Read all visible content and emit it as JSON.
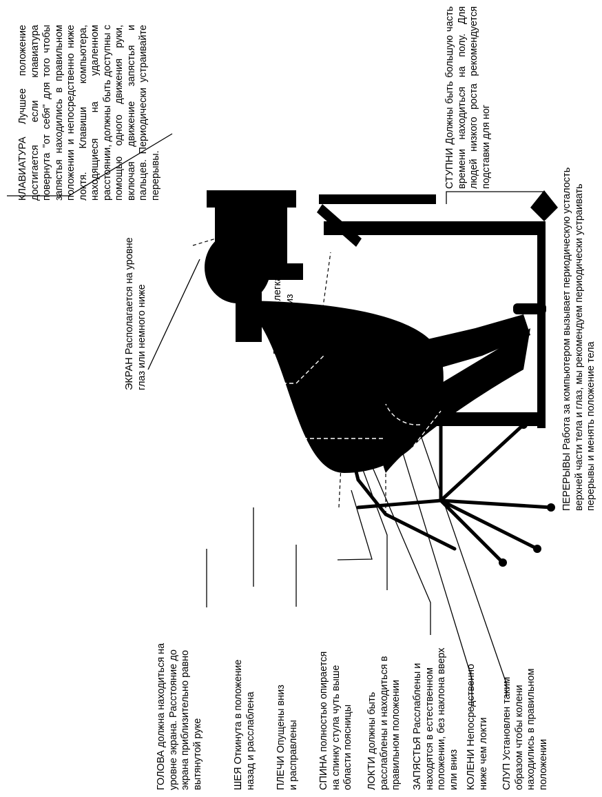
{
  "labels": {
    "keyboard": [
      "КЛАВИАТУРА Лучшее положение достигается если клавиатура повернута \"от себя\" для того чтобы запястья находились в правильном положении и непосредственно ниже локтя. Клавиши компьютера, находящиеся на удаленном расстоянии, должны быть доступны с помощью одного движения руки, включая движение запястья и пальцев. Периодически устраивайте перерывы."
    ],
    "screen": [
      "ЭКРАН Располагается на уровне",
      "глаз или немного ниже"
    ],
    "fingers": [
      "ПАЛЬЦЫ Слегка",
      "согнуты вниз"
    ],
    "feet": [
      "СТУПНИ Должны быть большую часть времени находиться на полу. Для людей низкого роста рекомендуется подставки для ног"
    ],
    "head": [
      "ГОЛОВА должна находиться на",
      "уровне экрана. Расстояние до",
      "экрана приблизительно равно",
      "вытянутой руке"
    ],
    "neck": [
      "ШЕЯ Откинута в положение",
      "назад и расслаблена"
    ],
    "shoulders": [
      "ПЛЕЧИ Опущены вниз",
      "и расправлены"
    ],
    "back": [
      "СПИНА полностью опирается",
      "на спинку стула чуть выше",
      "области поясницы"
    ],
    "elbows": [
      "ЛОКТИ должны быть",
      "расслаблены и находиться в",
      "правильном положении"
    ],
    "wrists": [
      "ЗАПЯСТЬЯ Расслаблены и",
      "находятся в естественном",
      "положении, без наклона вверх",
      "или вниз"
    ],
    "knees": [
      "КОЛЕНИ Непосредственно",
      "ниже чем локти"
    ],
    "chair": [
      "СЛУП Установлен таким",
      "образом чтобы колени",
      "находились в правильном",
      "положении"
    ],
    "breaks": [
      "ПЕРЕРЫВЫ Работа за компьютером вызывает периодическую усталость",
      "верхней части тела и глаз, мы рекомендуем периодически устраивать",
      "перерывы и менять положение тела"
    ]
  }
}
